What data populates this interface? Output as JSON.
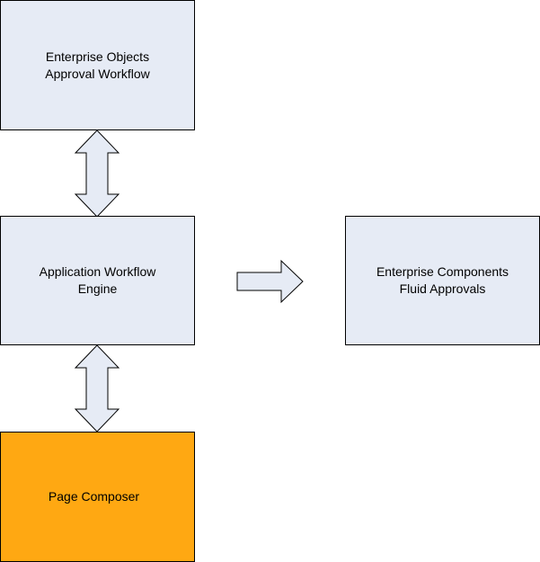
{
  "colors": {
    "box_fill": "#e6ebf5",
    "highlight_fill": "#ffa812",
    "arrow_fill": "#e6ebf5",
    "border": "#000000"
  },
  "boxes": {
    "enterprise_objects": {
      "line1": "Enterprise Objects",
      "line2": "Approval Workflow"
    },
    "application_workflow": {
      "line1": "Application Workflow",
      "line2": "Engine"
    },
    "enterprise_components": {
      "line1": "Enterprise Components",
      "line2": "Fluid Approvals"
    },
    "page_composer": {
      "label": "Page Composer"
    }
  },
  "connectors": [
    {
      "from": "Enterprise Objects Approval Workflow",
      "to": "Application Workflow Engine",
      "direction": "bidirectional"
    },
    {
      "from": "Application Workflow Engine",
      "to": "Enterprise Components Fluid Approvals",
      "direction": "forward"
    },
    {
      "from": "Application Workflow Engine",
      "to": "Page Composer",
      "direction": "bidirectional"
    }
  ]
}
